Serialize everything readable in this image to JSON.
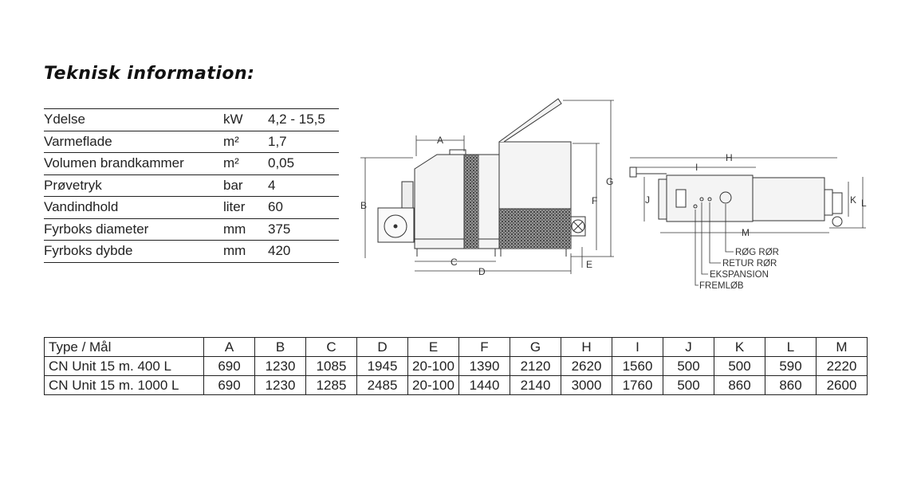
{
  "heading": "Teknisk information:",
  "spec_rows": [
    {
      "label": "Ydelse",
      "unit": "kW",
      "value": "4,2 - 15,5"
    },
    {
      "label": "Varmeflade",
      "unit": "m²",
      "value": "1,7"
    },
    {
      "label": "Volumen brandkammer",
      "unit": "m²",
      "value": "0,05"
    },
    {
      "label": "Prøvetryk",
      "unit": "bar",
      "value": "4"
    },
    {
      "label": "Vandindhold",
      "unit": "liter",
      "value": "60"
    },
    {
      "label": "Fyrboks diameter",
      "unit": "mm",
      "value": "375"
    },
    {
      "label": "Fyrboks dybde",
      "unit": "mm",
      "value": "420"
    }
  ],
  "drawing": {
    "side_labels": [
      "A",
      "B",
      "C",
      "D",
      "E",
      "F",
      "G"
    ],
    "top_labels": [
      "H",
      "I",
      "J",
      "K",
      "L",
      "M"
    ],
    "connections": [
      "RØG RØR",
      "RETUR RØR",
      "EKSPANSION",
      "FREMLØB"
    ]
  },
  "dimensions": {
    "headers": [
      "Type / Mål",
      "A",
      "B",
      "C",
      "D",
      "E",
      "F",
      "G",
      "H",
      "I",
      "J",
      "K",
      "L",
      "M"
    ],
    "rows": [
      [
        "CN Unit 15 m. 400 L",
        "690",
        "1230",
        "1085",
        "1945",
        "20-100",
        "1390",
        "2120",
        "2620",
        "1560",
        "500",
        "500",
        "590",
        "2220"
      ],
      [
        "CN Unit 15 m. 1000 L",
        "690",
        "1230",
        "1285",
        "2485",
        "20-100",
        "1440",
        "2140",
        "3000",
        "1760",
        "500",
        "860",
        "860",
        "2600"
      ]
    ]
  }
}
